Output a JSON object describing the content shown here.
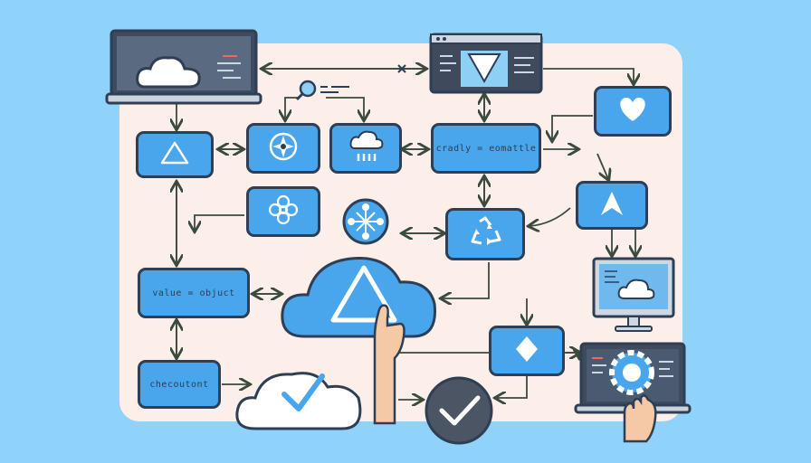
{
  "nodes": {
    "value_box_label": "value  =  objuct",
    "checkout_box_label": "checoutont",
    "cradly_box_label": "cradly  =  eomattle"
  },
  "colors": {
    "background": "#8fd3fb",
    "panel": "#fcefe9",
    "node_fill": "#4aa6ec",
    "outline": "#2d3e55",
    "arrow": "#3a4a3c",
    "check_circle": "#4b5563",
    "laptop_screen": "#3f4a5c",
    "skin": "#f6c9a6"
  },
  "icons": [
    "cloud-icon",
    "triangle-down-icon",
    "heart-icon",
    "triangle-outline-icon",
    "compass-icon",
    "cloud-rain-icon",
    "flower-icon",
    "network-icon",
    "recycle-icon",
    "arrow-up-icon",
    "cloud-warning-icon",
    "diamond-icon",
    "gear-icon",
    "checkmark-icon",
    "pointing-hand-icon",
    "magnifier-icon"
  ]
}
